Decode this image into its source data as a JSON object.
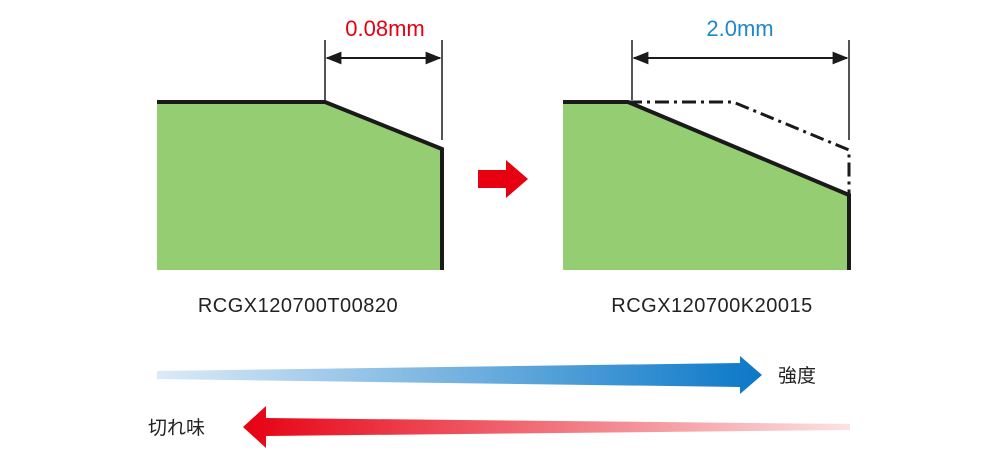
{
  "colors": {
    "insert_fill": "#95cd72",
    "outline": "#1a1a1a",
    "red_accent": "#e60012",
    "blue_accent": "#1e88c8"
  },
  "left_insert": {
    "dimension_label": "0.08mm",
    "model_code": "RCGX120700T00820"
  },
  "right_insert": {
    "dimension_label": "2.0mm",
    "model_code": "RCGX120700K20015"
  },
  "transition_arrow_icon": "right-arrow-red",
  "scales": {
    "strength_label": "強度",
    "sharpness_label": "切れ味"
  }
}
